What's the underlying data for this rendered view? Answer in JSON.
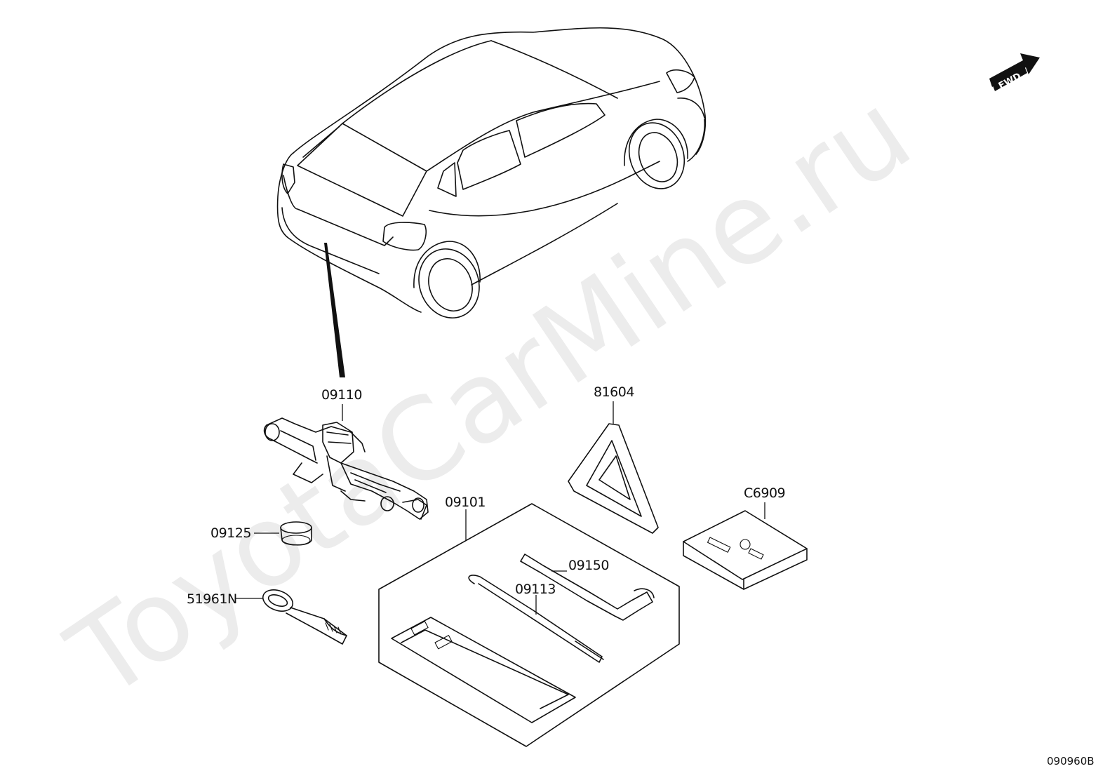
{
  "watermark": "ToyotaCarMine.ru",
  "fwd_badge": "FWD",
  "diagram_code": "090960B",
  "callouts": {
    "jack": "09110",
    "jack_ring": "09125",
    "tow_hook": "51961N",
    "tool_bag": "09101",
    "handle": "09150",
    "jack_handle": "09113",
    "triangle": "81604",
    "first_aid_kit": "C6909"
  }
}
